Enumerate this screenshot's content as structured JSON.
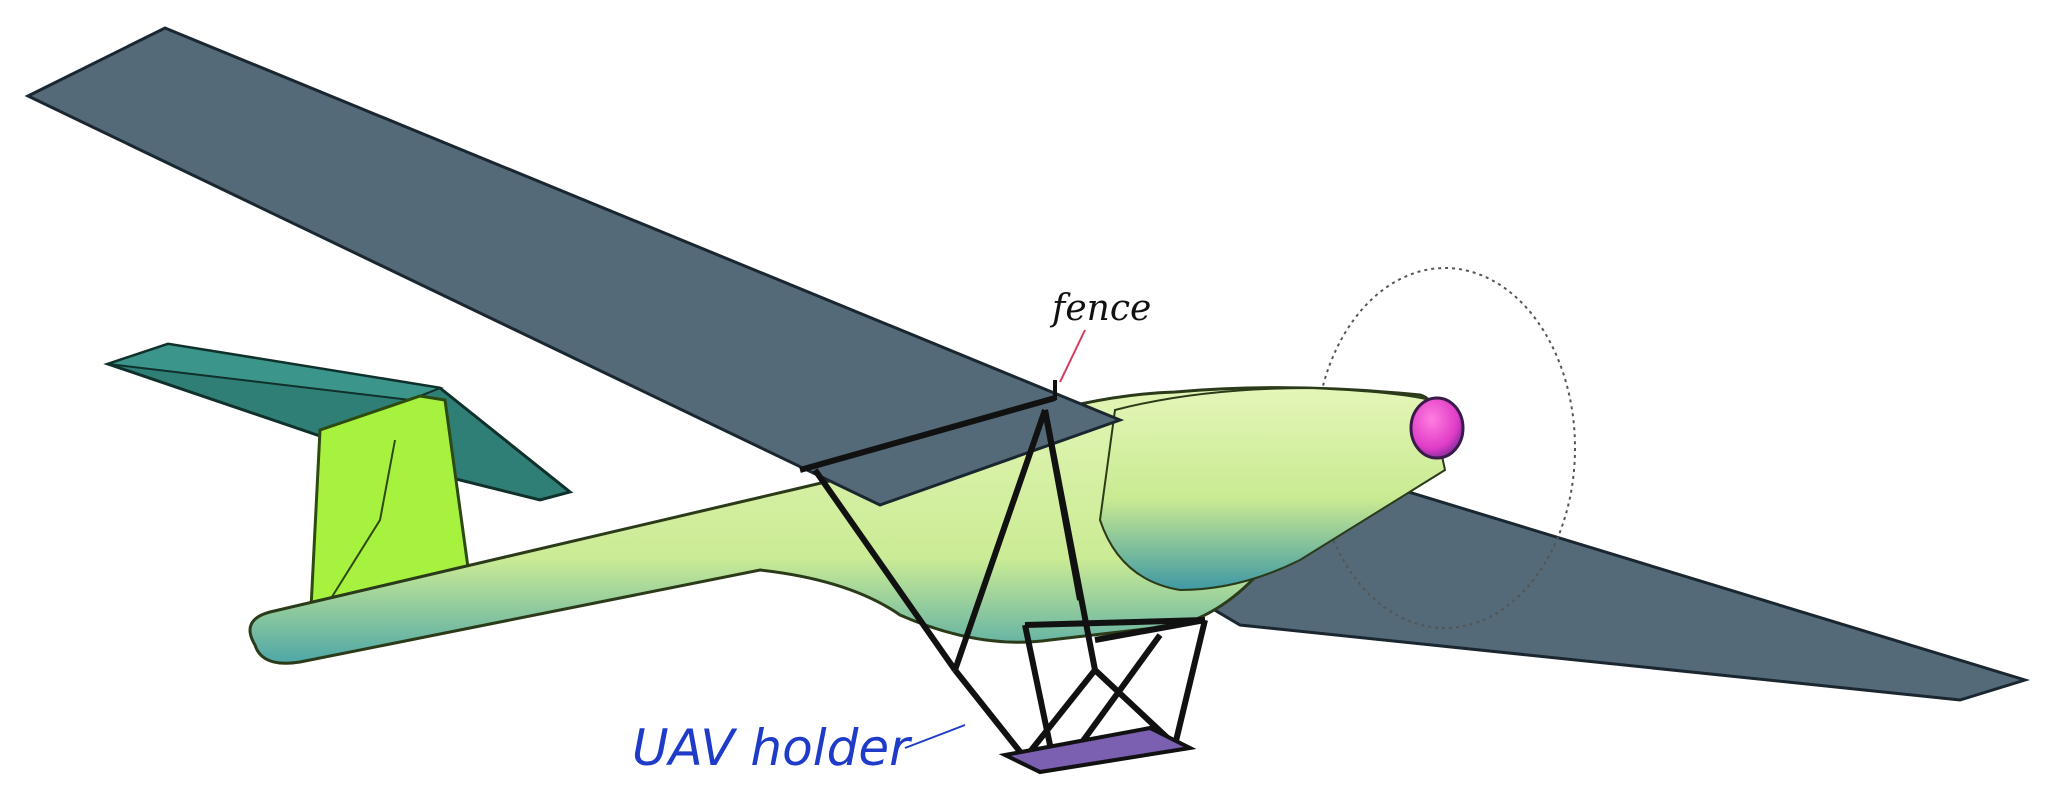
{
  "labels": {
    "fence": "fence",
    "uav_holder": "UAV holder"
  },
  "colors": {
    "wing": "#546a79",
    "wing_edge": "#1b2730",
    "fuselage": "#d7f0a4",
    "fuselage_shadow": "#5aa9a3",
    "fin": "#a6f23f",
    "stabilizer": "#2f7f76",
    "nose": "#e040c8",
    "holder_plate": "#7b5fb0",
    "uav_label": "#1f3cc8",
    "fence_leader": "#d63a5a"
  },
  "icons": {
    "propeller_disc": "dotted-ellipse"
  }
}
